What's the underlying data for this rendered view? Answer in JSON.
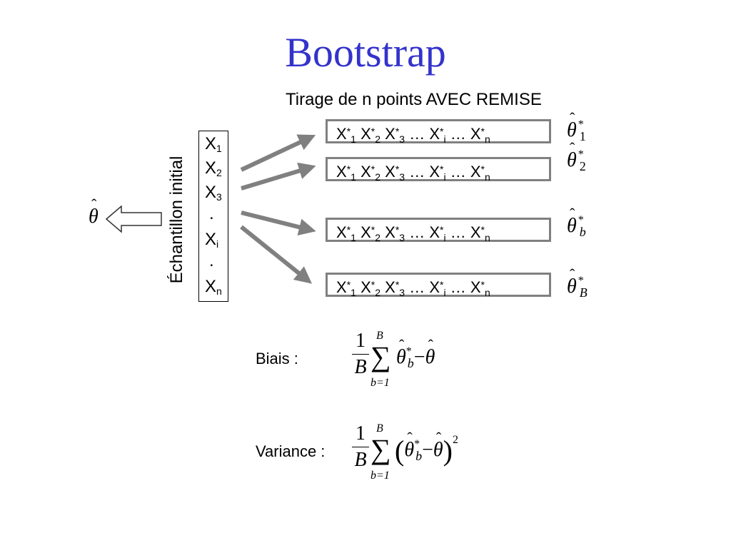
{
  "title": "Bootstrap",
  "subtitle": "Tirage de n points AVEC REMISE",
  "sample": {
    "label": "Échantillon initial",
    "items": [
      {
        "base": "X",
        "sub": "1"
      },
      {
        "base": "X",
        "sub": "2"
      },
      {
        "base": "X",
        "sub": "3"
      },
      {
        "base": ".",
        "sub": ""
      },
      {
        "base": "X",
        "sub": "i"
      },
      {
        "base": ".",
        "sub": ""
      },
      {
        "base": "X",
        "sub": "n"
      }
    ]
  },
  "resample_row": {
    "x": "X",
    "star": "*",
    "sub1": "1",
    "sub2": "2",
    "sub3": "3",
    "subi": "i",
    "subn": "n",
    "ellipsis": "…"
  },
  "estimates": {
    "theta": "θ",
    "star": "*",
    "subs": [
      "1",
      "2",
      "b",
      "B"
    ]
  },
  "formulas": {
    "bias_label": "Biais :",
    "variance_label": "Variance :",
    "one": "1",
    "B": "B",
    "sigma": "∑",
    "upper": "B",
    "lower": "b=1",
    "minus": "−",
    "theta": "θ",
    "star": "*",
    "sub_b": "b",
    "lparen": "(",
    "rparen": ")",
    "square": "2"
  },
  "colors": {
    "title": "#3333cc",
    "arrow": "#808080",
    "box_border": "#808080"
  }
}
